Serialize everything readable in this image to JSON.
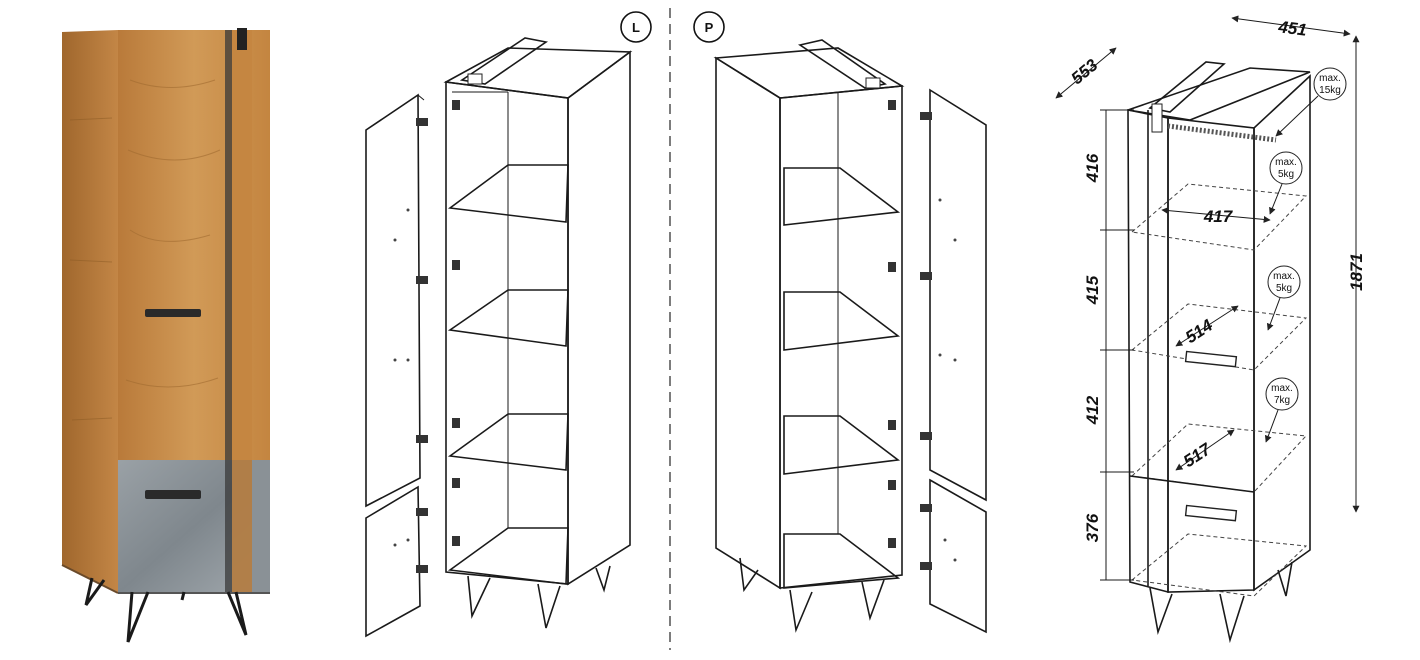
{
  "variants": {
    "left": "L",
    "right": "P"
  },
  "dimensions": {
    "width": "451",
    "depth": "553",
    "height": "1871",
    "sections": [
      "416",
      "415",
      "412",
      "376"
    ],
    "shelf_widths": [
      "417",
      "514",
      "517"
    ]
  },
  "load_limits": [
    {
      "line1": "max.",
      "line2": "15kg"
    },
    {
      "line1": "max.",
      "line2": "5kg"
    },
    {
      "line1": "max.",
      "line2": "5kg"
    },
    {
      "line1": "max.",
      "line2": "7kg"
    }
  ],
  "colors": {
    "oak": "#c98d4a",
    "oak_dark": "#a86f32",
    "concrete": "#8e969c",
    "line": "#1a1a1a",
    "handle": "#2a2a2a"
  }
}
